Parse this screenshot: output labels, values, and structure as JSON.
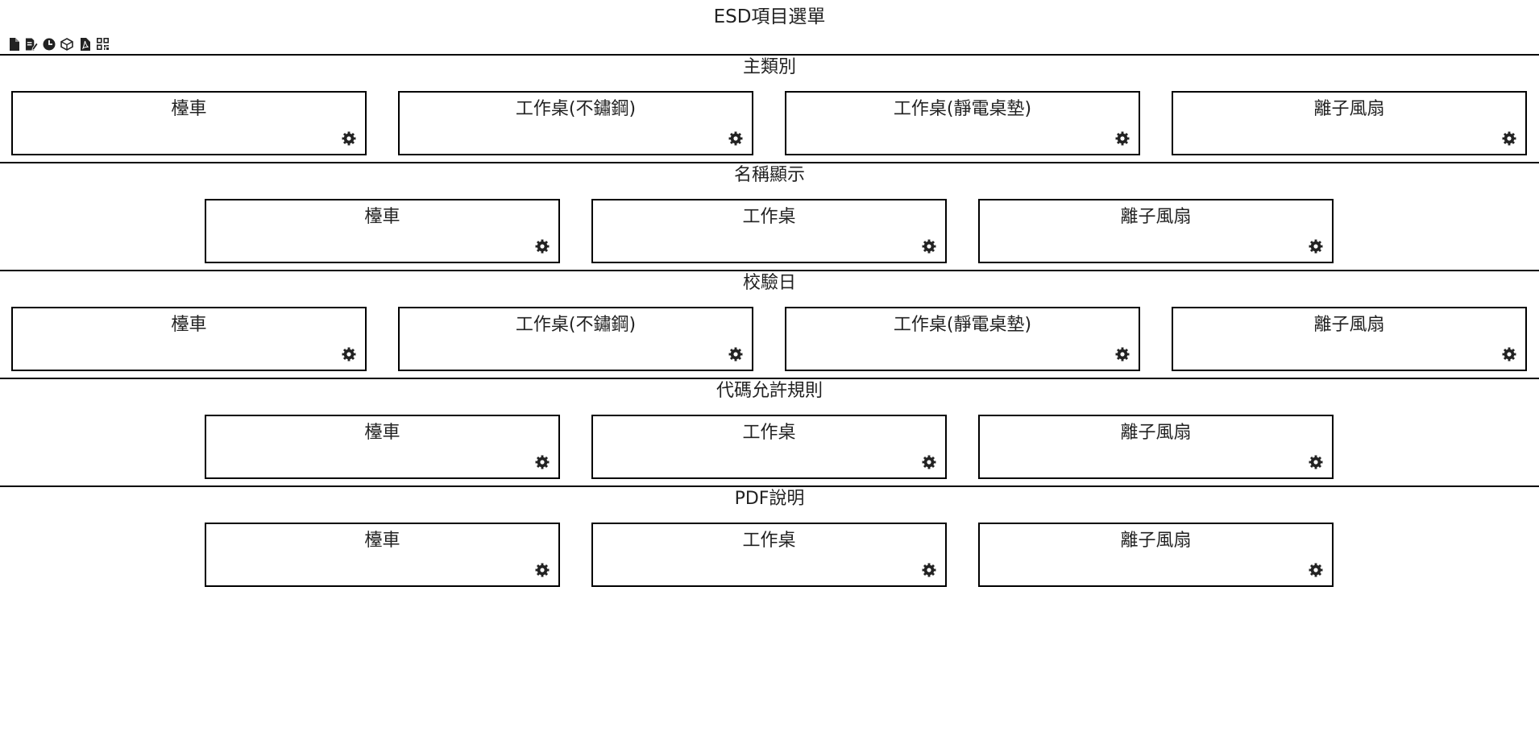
{
  "page": {
    "title": "ESD項目選單"
  },
  "toolbar": {
    "icons": [
      "document-icon",
      "edit-document-icon",
      "clock-icon",
      "cube-icon",
      "pdf-icon",
      "qrcode-icon"
    ]
  },
  "sections": [
    {
      "title": "主類別",
      "items": [
        "檯車",
        "工作桌(不鏽鋼)",
        "工作桌(靜電桌墊)",
        "離子風扇"
      ]
    },
    {
      "title": "名稱顯示",
      "items": [
        "檯車",
        "工作桌",
        "離子風扇"
      ]
    },
    {
      "title": "校驗日",
      "items": [
        "檯車",
        "工作桌(不鏽鋼)",
        "工作桌(靜電桌墊)",
        "離子風扇"
      ]
    },
    {
      "title": "代碼允許規則",
      "items": [
        "檯車",
        "工作桌",
        "離子風扇"
      ]
    },
    {
      "title": "PDF說明",
      "items": [
        "檯車",
        "工作桌",
        "離子風扇"
      ]
    }
  ]
}
